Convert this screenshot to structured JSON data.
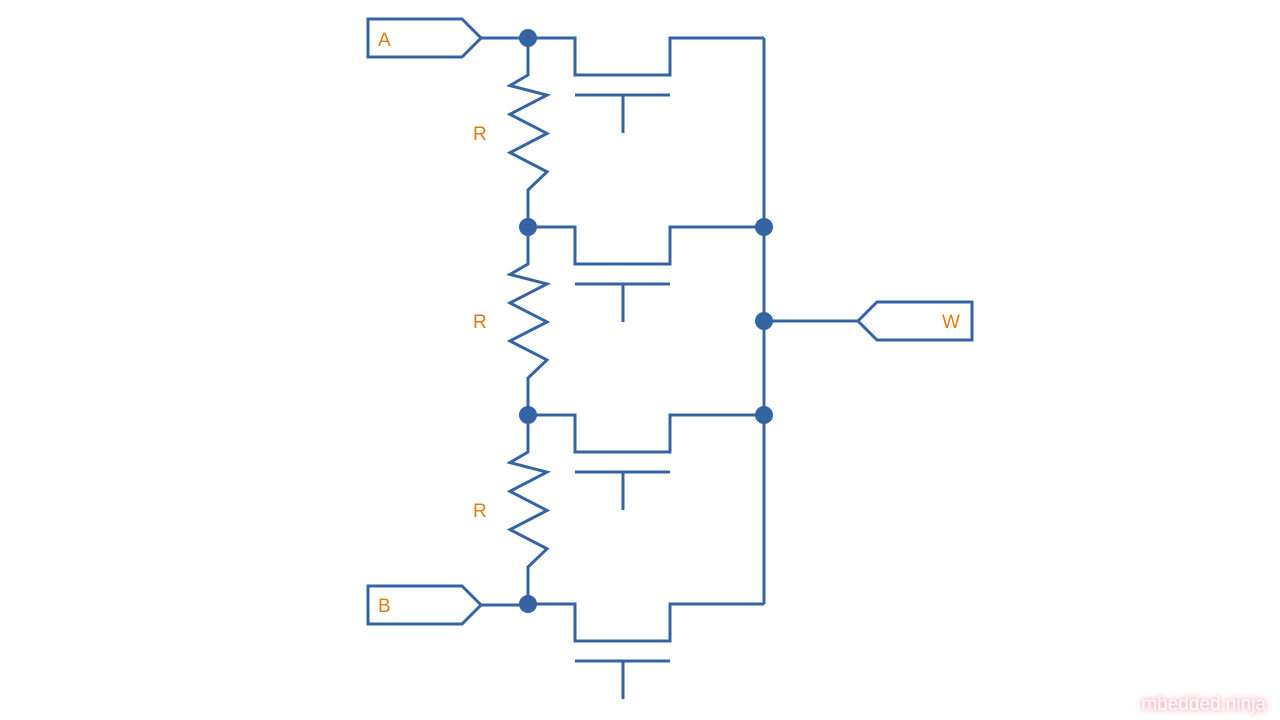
{
  "colors": {
    "wire": "#3464a4",
    "label": "#e07b10"
  },
  "ports": {
    "a": "A",
    "b": "B",
    "w": "W"
  },
  "resistors": [
    {
      "label": "R"
    },
    {
      "label": "R"
    },
    {
      "label": "R"
    }
  ],
  "transistor_count": 4,
  "watermark": "mbedded.ninja"
}
